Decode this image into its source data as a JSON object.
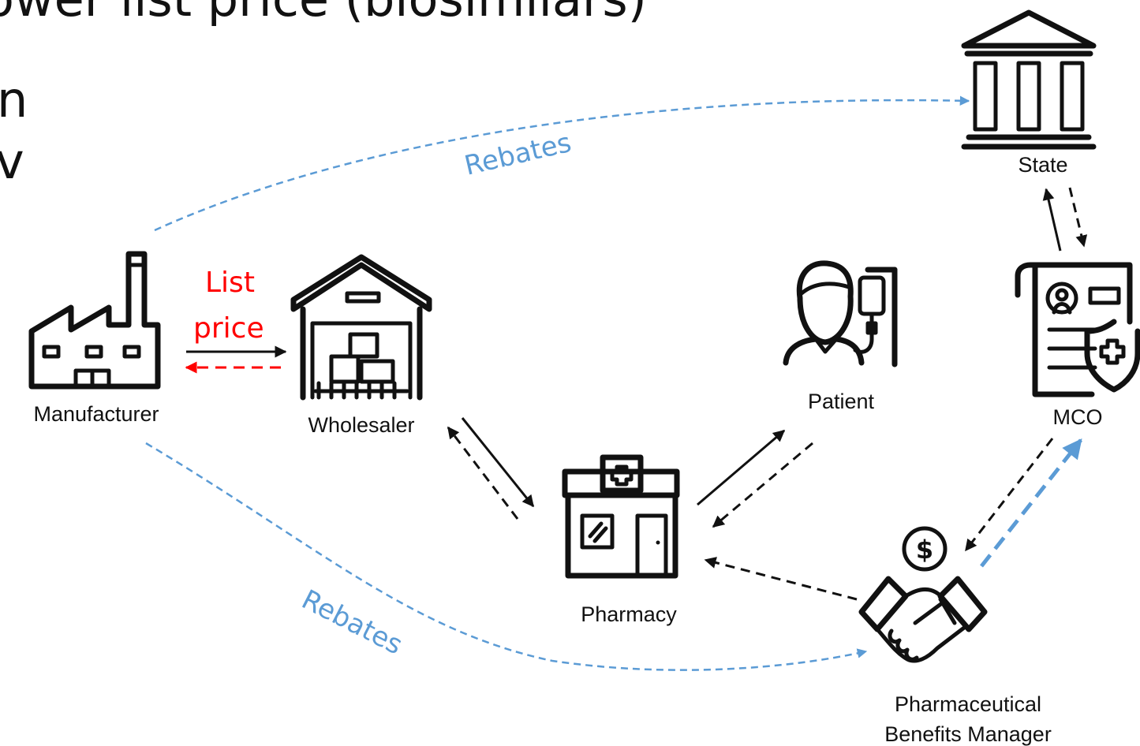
{
  "slide_text": {
    "line1": "ower list price (biosimilars)",
    "line2": "n",
    "line3": "v"
  },
  "nodes": {
    "manufacturer": "Manufacturer",
    "wholesaler": "Wholesaler",
    "pharmacy": "Pharmacy",
    "patient": "Patient",
    "state": "State",
    "mco": "MCO",
    "pbm_line1": "Pharmaceutical",
    "pbm_line2": "Benefits Manager"
  },
  "flows": {
    "list_price_line1": "List",
    "list_price_line2": "price",
    "rebates_top": "Rebates",
    "rebates_bottom": "Rebates"
  },
  "colors": {
    "rebate_blue": "#5b9bd5",
    "list_price_red": "#ff0000",
    "icon_black": "#111111"
  }
}
